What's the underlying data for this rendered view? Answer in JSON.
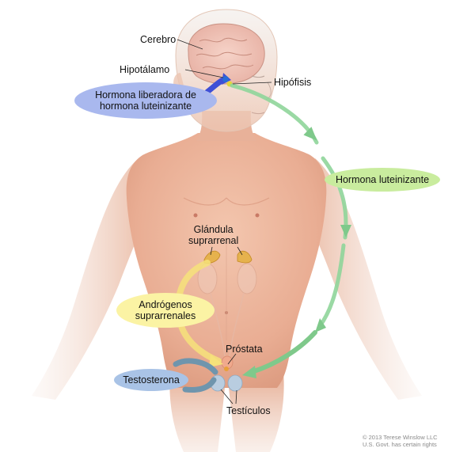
{
  "labels": {
    "cerebro": "Cerebro",
    "hipotalamo": "Hipotálamo",
    "hipofisis": "Hipófisis",
    "glandula_line1": "Glándula",
    "glandula_line2": "suprarrenal",
    "prostata": "Próstata",
    "testiculos": "Testículos"
  },
  "pills": {
    "lhrh_line1": "Hormona liberadora de",
    "lhrh_line2": "hormona luteinizante",
    "lh": "Hormona luteinizante",
    "androgens_line1": "Andrógenos",
    "androgens_line2": "suprarrenales",
    "testosterone": "Testosterona"
  },
  "copyright": {
    "line1": "© 2013 Terese Winslow LLC",
    "line2": "U.S. Govt. has certain rights"
  },
  "colors": {
    "lhrh_blue": "#a9b8ee",
    "lh_green": "#c9ec9e",
    "androgens_yellow": "#fbf3a4",
    "testosterone_blue": "#a9c3e6",
    "arrow_green": "#7fc98b",
    "arrow_blue_dark": "#3f4fd6",
    "arrow_yellow": "#f6e27a",
    "arrow_slate": "#6f95ad",
    "skin": "#edb59d"
  }
}
